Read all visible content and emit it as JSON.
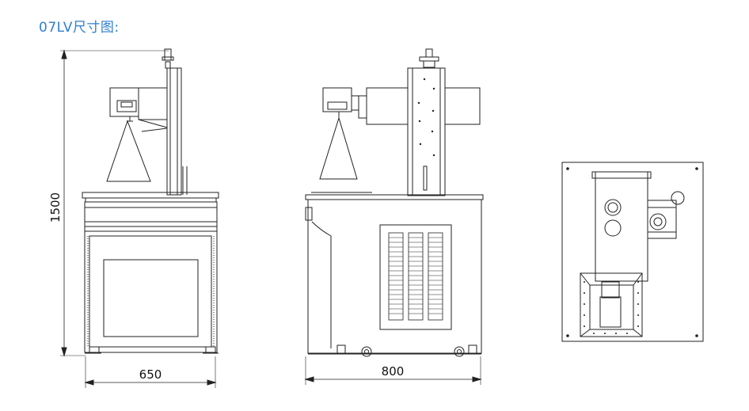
{
  "title": "07LV尺寸图:",
  "dimensions": {
    "height": "1500",
    "front_width": "650",
    "side_depth": "800"
  },
  "colors": {
    "title": "#2f7fd0",
    "line": "#222222"
  },
  "views": [
    "front-view",
    "side-view",
    "top-view"
  ]
}
